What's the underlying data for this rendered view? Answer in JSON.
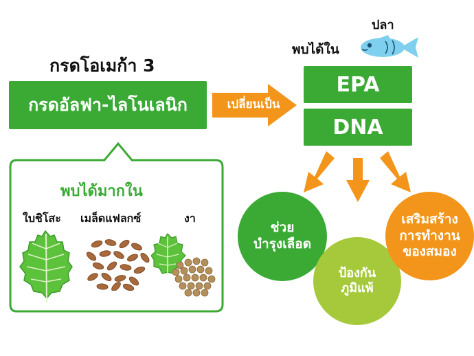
{
  "heading": "กรดโอเมก้า 3",
  "main_box": "กรดอัลฟา-ไลโนเลนิก",
  "arrow_label": "เปลี่ยนเป็น",
  "found_in": "พบได้ใน",
  "fish_label": "ปลา",
  "products": [
    "EPA",
    "DNA"
  ],
  "bubble": {
    "title": "พบได้มากใน",
    "sources": [
      "ใบชิโสะ",
      "เมล็ดแฟลกซ์",
      "งา"
    ]
  },
  "benefits": [
    {
      "line1": "ช่วย",
      "line2": "บำรุงเลือด",
      "color": "#3aaa35"
    },
    {
      "line1": "ป้องกัน",
      "line2": "ภูมิแพ้",
      "color": "#a5c93b"
    },
    {
      "line1": "เสริมสร้าง",
      "line2": "การทำงาน",
      "line3": "ของสมอง",
      "color": "#f2951a"
    }
  ],
  "colors": {
    "green": "#3aaa35",
    "orange": "#f2951a",
    "light_green": "#a5c93b",
    "fish": "#7fd0ee"
  }
}
